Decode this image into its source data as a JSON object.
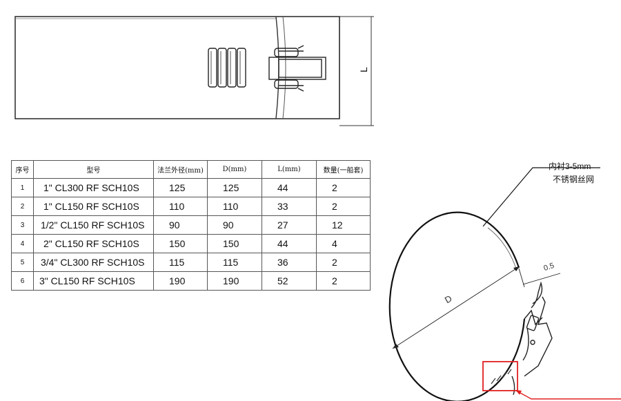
{
  "top_view": {
    "dimension_label": "L"
  },
  "table": {
    "headers": [
      "序号",
      "型号",
      "法兰外径(mm)",
      "D(mm)",
      "L(mm)",
      "数量(一船套)"
    ],
    "rows": [
      {
        "no": "1",
        "model": "1\" CL300 RF SCH10S",
        "flange_od": "125",
        "d": "125",
        "l": "44",
        "qty": "2"
      },
      {
        "no": "2",
        "model": "1\" CL150 RF SCH10S",
        "flange_od": "110",
        "d": "110",
        "l": "33",
        "qty": "2"
      },
      {
        "no": "3",
        "model": "1/2\" CL150 RF SCH10S",
        "flange_od": "90",
        "d": "90",
        "l": "27",
        "qty": "12"
      },
      {
        "no": "4",
        "model": "2\" CL150 RF SCH10S",
        "flange_od": "150",
        "d": "150",
        "l": "44",
        "qty": "4"
      },
      {
        "no": "5",
        "model": "3/4\" CL300 RF SCH10S",
        "flange_od": "115",
        "d": "115",
        "l": "36",
        "qty": "2"
      },
      {
        "no": "6",
        "model": "3\" CL150 RF SCH10S",
        "flange_od": "190",
        "d": "190",
        "l": "52",
        "qty": "2"
      }
    ]
  },
  "side_view": {
    "liner_note_line1": "内衬3-5mm",
    "liner_note_line2": "不锈钢丝网",
    "thickness_label": "0.5",
    "diameter_label": "D",
    "highlight_color": "#e02020"
  }
}
